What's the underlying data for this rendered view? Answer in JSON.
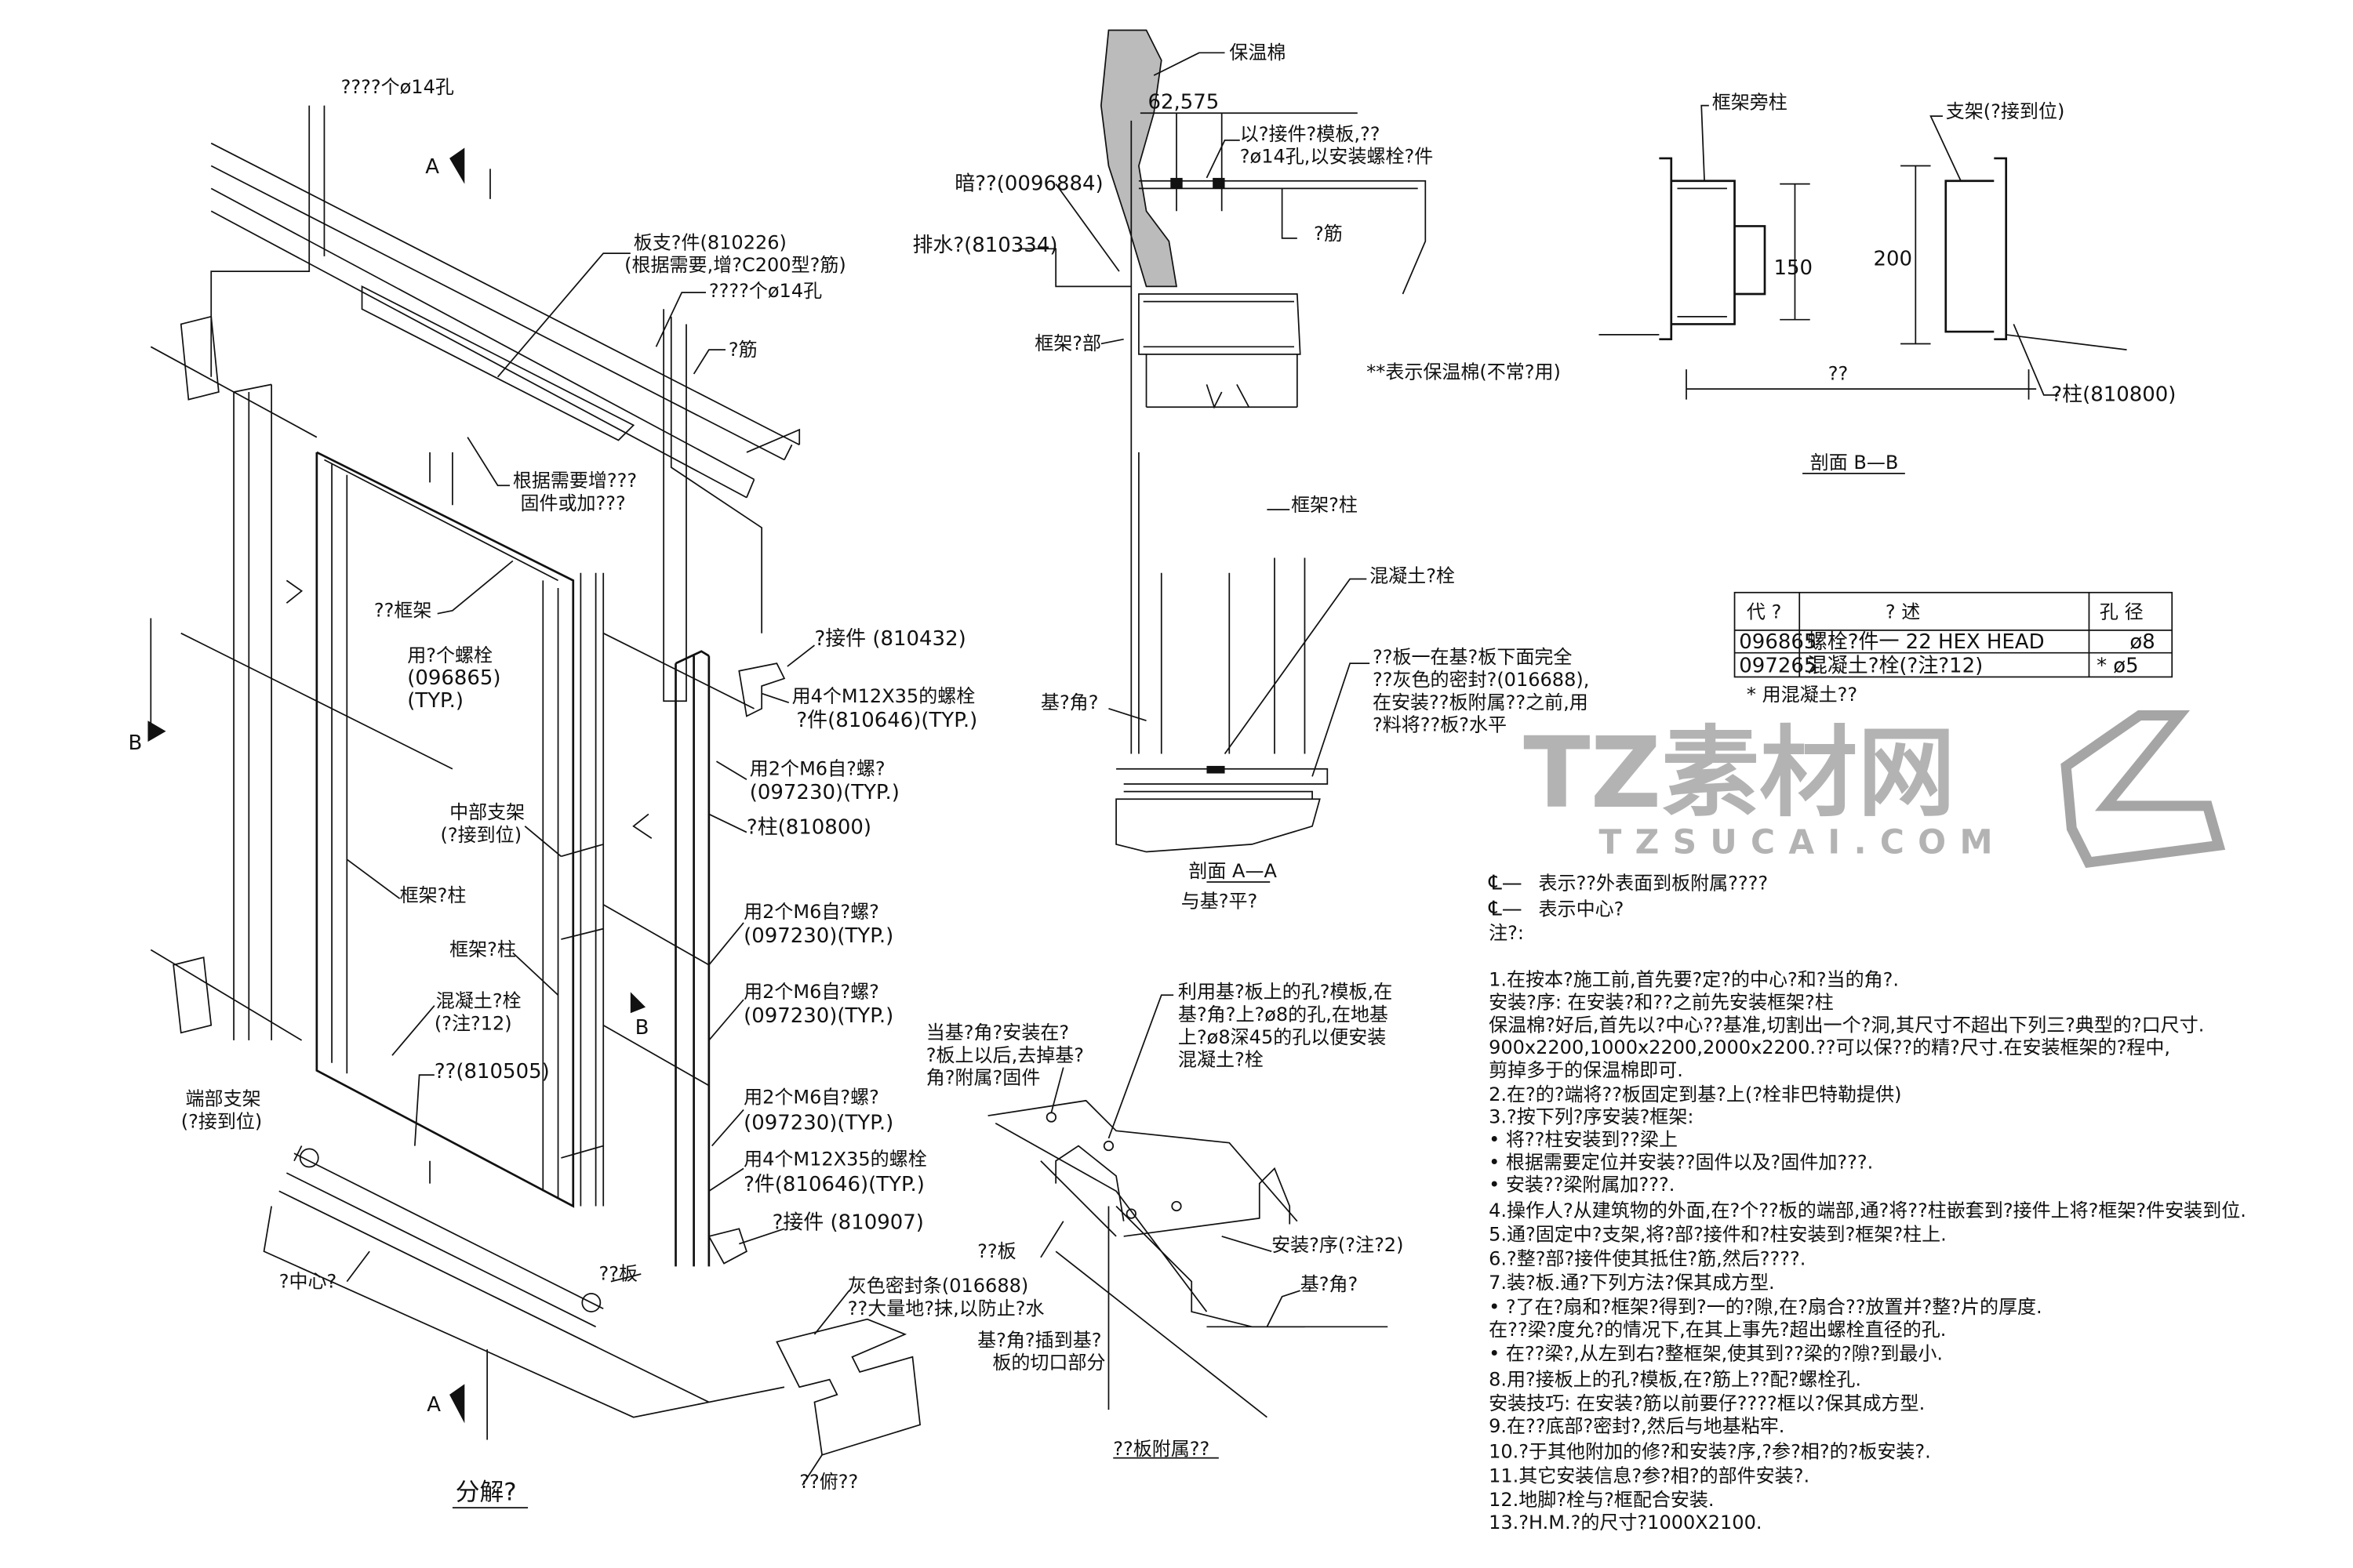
{
  "watermark": {
    "main": "TZ素材网",
    "sub": "TZSUCAI.COM"
  },
  "exploded": {
    "title": "分解?",
    "holes_top": "????个ø14孔",
    "holes_mid": "????个ø14孔",
    "section_mark_a": "A",
    "section_mark_b": "B",
    "support_1": "板支?件(810226)",
    "support_2": "(根据需要,增?C200型?筋)",
    "rib": "?筋",
    "fastener_1": "根据需要增???",
    "fastener_2": "固件或加???",
    "frame": "??框架",
    "bolt_1": "用?个螺栓",
    "bolt_2": "(096865)",
    "bolt_3": "(TYP.)",
    "connector_1": "?接件 (810432)",
    "m12_1": "用4个M12X35的螺栓",
    "m12_2": "?件(810646)(TYP.)",
    "m6_1": "用2个M6自?螺?",
    "m6_2": "(097230)(TYP.)",
    "post": "?柱(810800)",
    "mid_support_1": "中部支架",
    "mid_support_2": "(?接到位)",
    "frame_post": "框架?柱",
    "concrete_1": "混凝土?栓",
    "concrete_2": "(?注?12)",
    "sill": "??(810505)",
    "end_support_1": "端部支架",
    "end_support_2": "(?接到位)",
    "connector_2": "?接件 (810907)",
    "plate": "??板",
    "center": "?中心?",
    "seal_1": "灰色密封条(016688)",
    "seal_2": "??大量地?抹,以防止?水",
    "insert_1": "基?角?插到基?",
    "insert_2": "板的切口部分",
    "plan_view": "??俯??"
  },
  "section_aa": {
    "insulation": "保温棉",
    "dim": "62,575",
    "template_1": "以?接件?模板,??",
    "template_2": "?ø14孔,以安装螺栓?件",
    "hidden": "暗??(0096884)",
    "drain": "排水?(810334)",
    "rib": "?筋",
    "frame_top": "框架?部",
    "insulation_note": "**表示保温棉(不常?用)",
    "frame_post": "框架?柱",
    "anchor": "混凝土?栓",
    "plate_1": "??板一在基?板下面完全",
    "plate_2": "??灰色的密封?(016688),",
    "plate_3": "在安装??板附属??之前,用",
    "plate_4": "?料将??板?水平",
    "base_angle": "基?角?",
    "title": "剖面  A—A",
    "subtitle": "与基?平?"
  },
  "plate_detail": {
    "remove_1": "当基?角?安装在?",
    "remove_2": "?板上以后,去掉基?",
    "remove_3": "角?附属?固件",
    "use_1": "利用基?板上的孔?模板,在",
    "use_2": "基?角?上?ø8的孔,在地基",
    "use_3": "上?ø8深45的孔以便安装",
    "use_4": "混凝土?栓",
    "plate": "??板",
    "order": "安装?序(?注?2)",
    "base_angle": "基?角?",
    "title": "??板附属??"
  },
  "section_bb": {
    "frame_side_post": "框架旁柱",
    "bracket": "支架(?接到位)",
    "dim_150": "150",
    "dim_200": "200",
    "dim_width": "??",
    "post": "?柱(810800)",
    "title": "剖面  B—B"
  },
  "table": {
    "headers": [
      "代  ?",
      "?        述",
      "孔      径"
    ],
    "rows": [
      [
        "096865",
        "螺栓?件一  22 HEX HEAD",
        "ø8"
      ],
      [
        "097265",
        "混凝土?栓(?注?12)",
        "*    ø5"
      ]
    ],
    "footnote": "*  用混凝土??"
  },
  "notes": {
    "legend_1": "表示??外表面到板附属????",
    "legend_2": "表示中心?",
    "heading": "注?:",
    "lines": [
      "1.在按本?施工前,首先要?定?的中心?和?当的角?.",
      "  安装?序:   在安装?和??之前先安装框架?柱",
      "  保温棉?好后,首先以?中心??基准,切割出一个?洞,其尺寸不超出下列三?典型的?口尺寸.",
      "  900x2200,1000x2200,2000x2200.??可以保??的精?尺寸.在安装框架的?程中,",
      "  剪掉多于的保温棉即可.",
      "2.在?的?端将??板固定到基?上(?栓非巴特勒提供)",
      "3.?按下列?序安装?框架:",
      "  • 将??柱安装到??梁上",
      "  • 根据需要定位并安装??固件以及?固件加???.",
      "  •   安装??梁附属加???.",
      "4.操作人?从建筑物的外面,在?个??板的端部,通?将??柱嵌套到?接件上将?框架?件安装到位.",
      "5.通?固定中?支架,将?部?接件和?柱安装到?框架?柱上.",
      "6.?整?部?接件使其抵住?筋,然后????.",
      "7.装?板.通?下列方法?保其成方型.",
      " •  ?了在?扇和?框架?得到?一的?隙,在?扇合??放置并?整?片的厚度.",
      "    在??梁?度允?的情况下,在其上事先?超出螺栓直径的孔.",
      " • 在??梁?,从左到右?整框架,使其到??梁的?隙?到最小.",
      "8.用?接板上的孔?模板,在?筋上??配?螺栓孔.",
      "  安装技巧: 在安装?筋以前要仔????框以?保其成方型.",
      "9.在??底部?密封?,然后与地基粘牢.",
      "10.?于其他附加的修?和安装?序,?参?相?的?板安装?.",
      "11.其它安装信息?参?相?的部件安装?.",
      "12.地脚?栓与?框配合安装.",
      "13.?H.M.?的尺寸?1000X2100."
    ]
  }
}
